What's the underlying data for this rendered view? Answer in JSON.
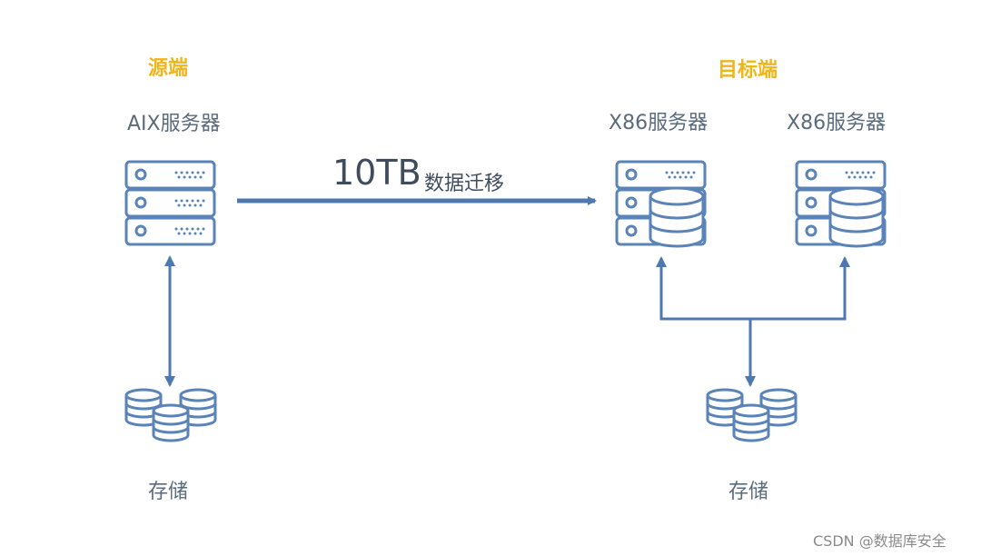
{
  "source": {
    "title": "源端",
    "server_label": "AIX服务器",
    "storage_label": "存储"
  },
  "target": {
    "title": "目标端",
    "server_labels": [
      "X86服务器",
      "X86服务器"
    ],
    "storage_label": "存储"
  },
  "migration": {
    "size": "10TB",
    "label": "数据迁移"
  },
  "watermark": "CSDN @数据库安全",
  "colors": {
    "icon": "#5a83b8",
    "arrow": "#4d78b0",
    "title": "#f1b51c"
  }
}
